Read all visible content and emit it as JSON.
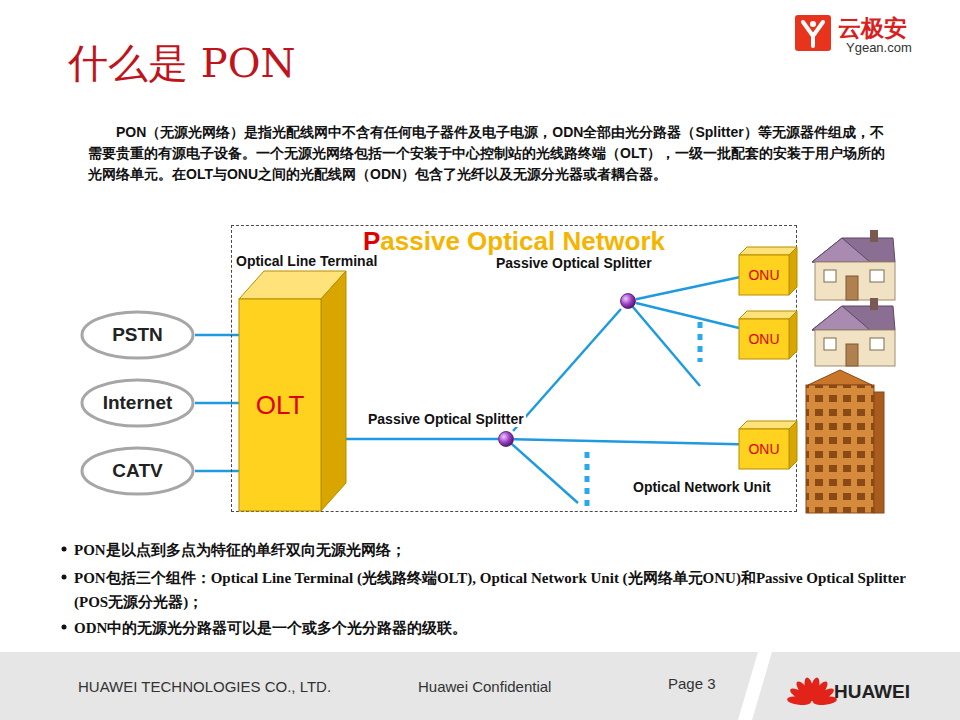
{
  "diagram": {
    "title": "什么是 PON",
    "nodes": [
      {
        "text": [
          "PSTN"
        ]
      },
      {
        "text": [
          "Internet"
        ]
      },
      {
        "text": [
          "CATV"
        ]
      },
      {
        "text": [
          "Passive Optical Network"
        ]
      },
      {
        "text": [
          "OLT"
        ],
        "in": 3
      },
      {
        "text": [
          "Passive Optical Splitter"
        ],
        "in": 3
      },
      {
        "text": [
          "Passive Optical Splitter"
        ],
        "in": 3
      },
      {
        "text": [
          "ONU"
        ],
        "in": 3
      },
      {
        "text": [
          "ONU"
        ],
        "in": 3
      },
      {
        "text": [
          "ONU"
        ],
        "in": 3
      }
    ],
    "edges": [
      {
        "from": 0,
        "to": 4,
        "arrow": "none"
      },
      {
        "from": 1,
        "to": 4,
        "arrow": "none"
      },
      {
        "from": 2,
        "to": 4,
        "arrow": "none"
      },
      {
        "from": 4,
        "to": 6,
        "arrow": "none"
      },
      {
        "from": 6,
        "to": 5,
        "arrow": "none"
      },
      {
        "from": 6,
        "to": 9,
        "arrow": "none"
      },
      {
        "from": 5,
        "to": 7,
        "arrow": "none"
      },
      {
        "from": 5,
        "to": 8,
        "arrow": "none"
      }
    ],
    "labels": [
      "云极安",
      "Ygean.com",
      "PON（无源光网络）是指光配线网中不含有任何电子器件及电子电源，ODN全部由光分路器（Splitter）等无源器件组成，不需要贵重的有源电子设备。一个无源光网络包括一个安装于中心控制站的光线路终端（OLT），一级一批配套的安装于用户场所的光网络单元。在OLT与ONU之间的光配线网（ODN）包含了光纤以及无源分光器或者耦合器。",
      "Optical Line Terminal",
      "Optical Network Unit",
      "PON是以点到多点为特征的单纤双向无源光网络；",
      "PON包括三个组件：Optical Line Terminal (光线路终端OLT), Optical Network Unit (光网络单元ONU)和Passive Optical Splitter (POS无源分光器)；",
      "ODN中的无源光分路器可以是一个或多个光分路器的级联。",
      "HUAWEI TECHNOLOGIES CO., LTD.",
      "Huawei Confidential",
      "Page 3",
      "HUAWEI"
    ]
  }
}
